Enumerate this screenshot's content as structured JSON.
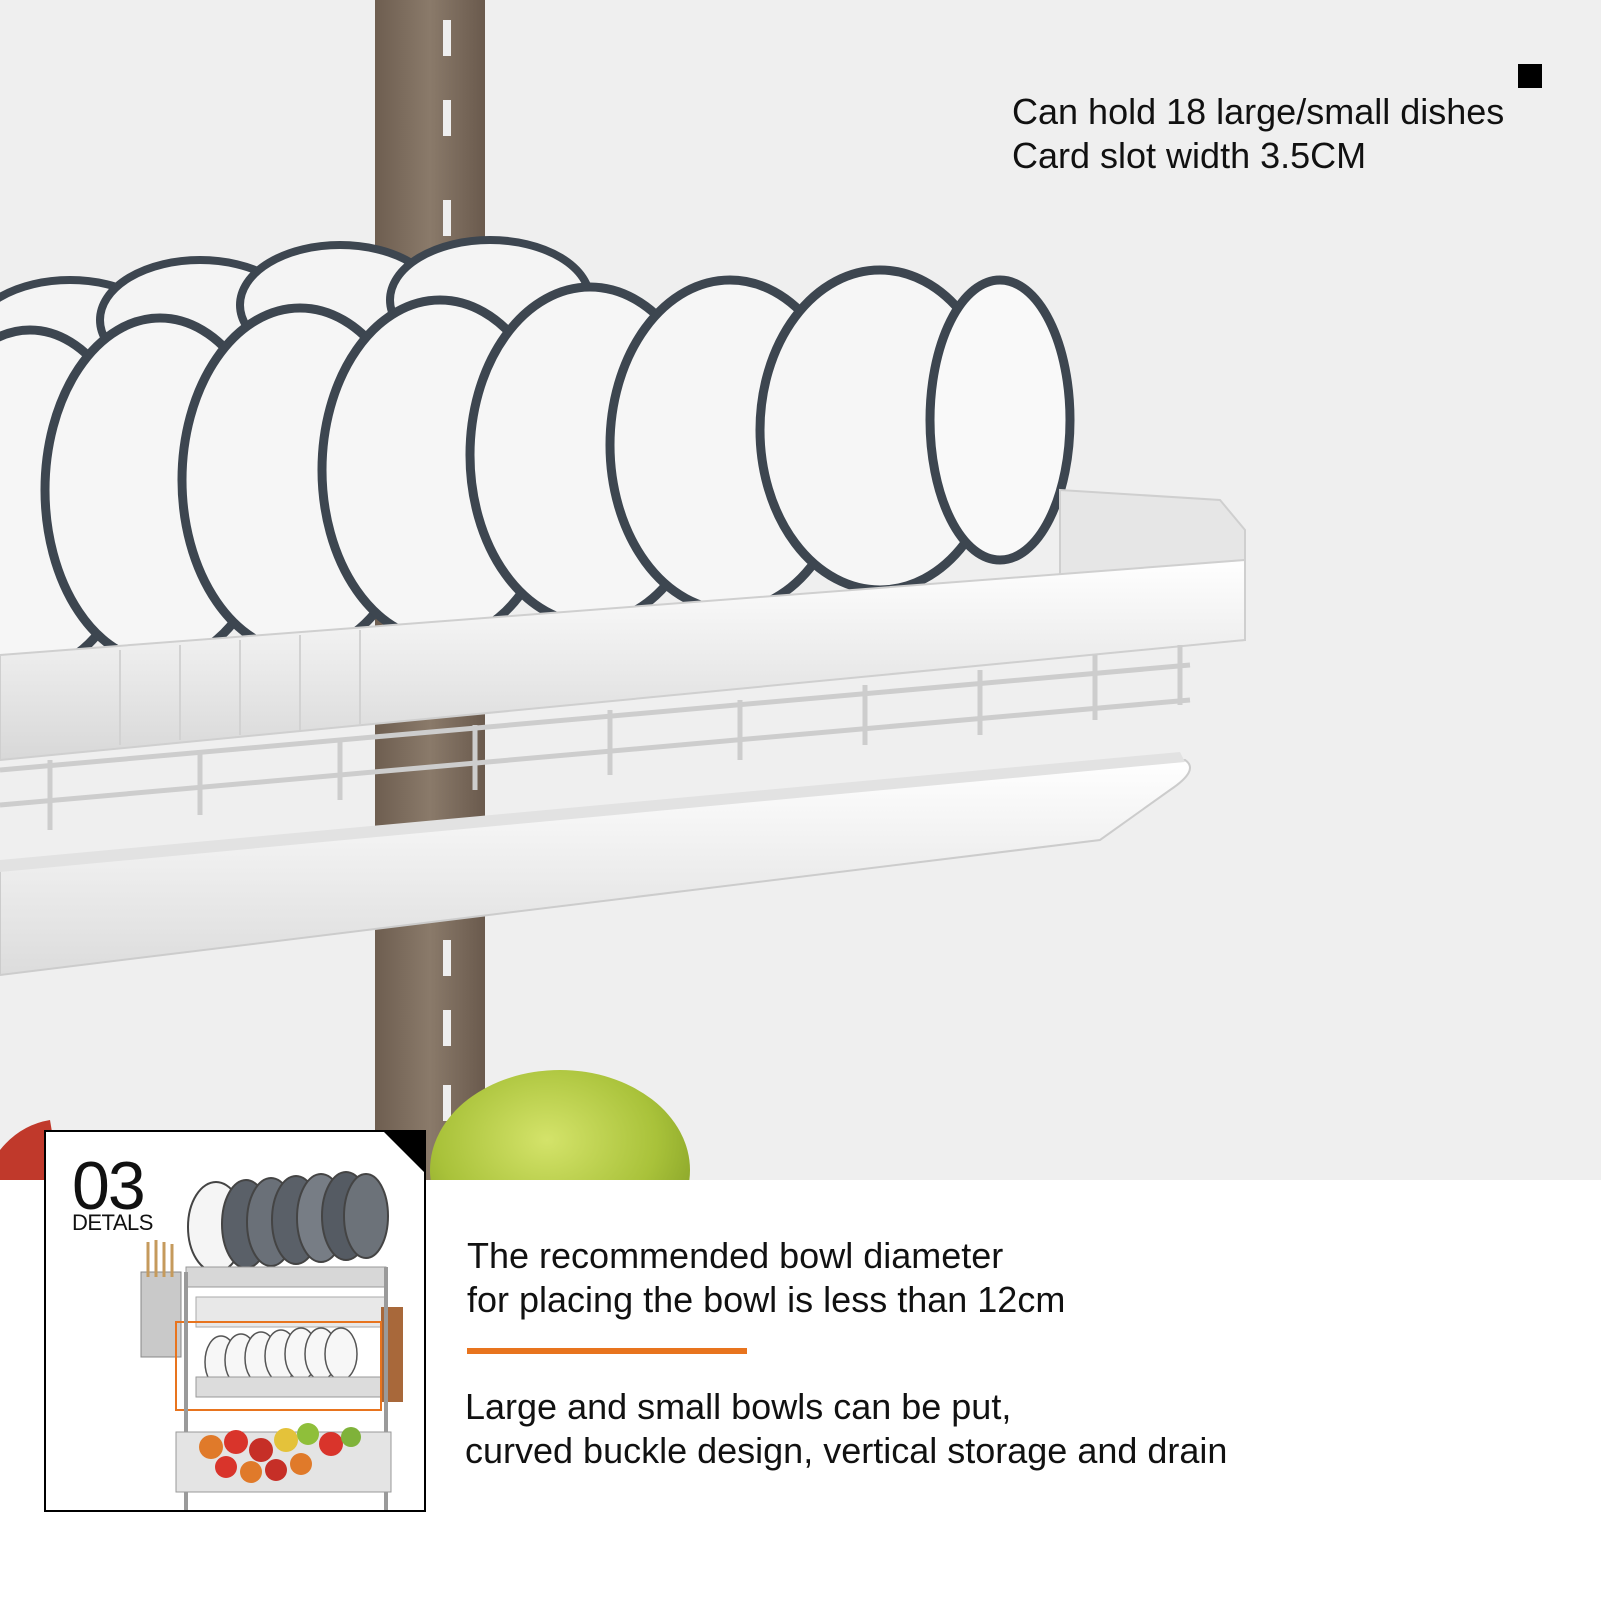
{
  "header_note": {
    "line1": "Can hold 18 large/small dishes",
    "line2": "Card slot width 3.5CM"
  },
  "detail_card": {
    "number": "03",
    "label": "DETALS"
  },
  "info": {
    "diameter_line1": "The recommended bowl diameter",
    "diameter_line2": "for placing the bowl is less than 12cm",
    "design_line1": "Large and small bowls can be put,",
    "design_line2": "curved buckle design, vertical storage and drain"
  },
  "colors": {
    "accent": "#e8741e",
    "post": "#7a6a5c",
    "background": "#efefef"
  }
}
